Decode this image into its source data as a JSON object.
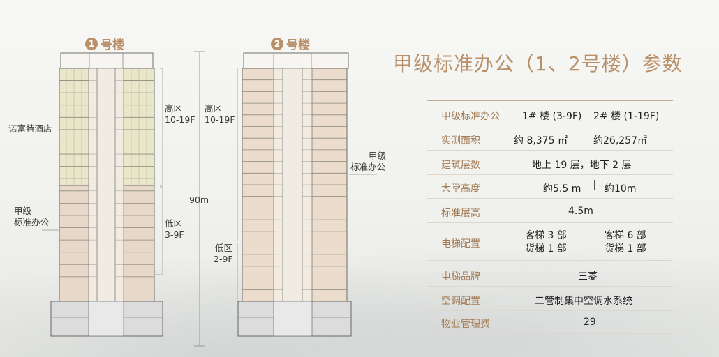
{
  "title": "甲级标准办公（1、2号楼）参数",
  "towers": [
    {
      "number": "1",
      "name": "号楼"
    },
    {
      "number": "2",
      "name": "号楼"
    }
  ],
  "diagram_labels": {
    "hotel": "诺富特酒店",
    "t1_high_zone": "高区",
    "t1_high_floors": "10-19F",
    "t1_office_1": "甲级",
    "t1_office_2": "标准办公",
    "t1_low_zone": "低区",
    "t1_low_floors": "3-9F",
    "height": "90m",
    "t2_high_zone": "高区",
    "t2_high_floors": "10-19F",
    "t2_office_1": "甲级",
    "t2_office_2": "标准办公",
    "t2_low_zone": "低区",
    "t2_low_floors": "2-9F"
  },
  "params": [
    {
      "label": "甲级标准办公",
      "v1": "1# 楼 (3-9F)",
      "v2": "2# 楼 (1-19F)"
    },
    {
      "label": "实测面积",
      "v1": "约 8,375 ㎡",
      "v2": "约26,257㎡"
    },
    {
      "label": "建筑层数",
      "value": "地上 19 层，地下 2 层"
    },
    {
      "label": "大堂高度",
      "v1": "约5.5 m",
      "v2": "约10m"
    },
    {
      "label": "标准层高",
      "value": "4.5m"
    },
    {
      "label": "电梯配置",
      "v1a": "客梯 3 部",
      "v1b": "货梯 1 部",
      "v2a": "客梯 6 部",
      "v2b": "货梯 1 部"
    },
    {
      "label": "电梯品牌",
      "value": "三菱"
    },
    {
      "label": "空调配置",
      "value": "二管制集中空调水系统"
    },
    {
      "label": "物业管理费",
      "value": "29"
    }
  ],
  "colors": {
    "accent": "#b8906a",
    "hotel_zone": "#e9e6c9",
    "office_zone": "#e7d8c9"
  }
}
